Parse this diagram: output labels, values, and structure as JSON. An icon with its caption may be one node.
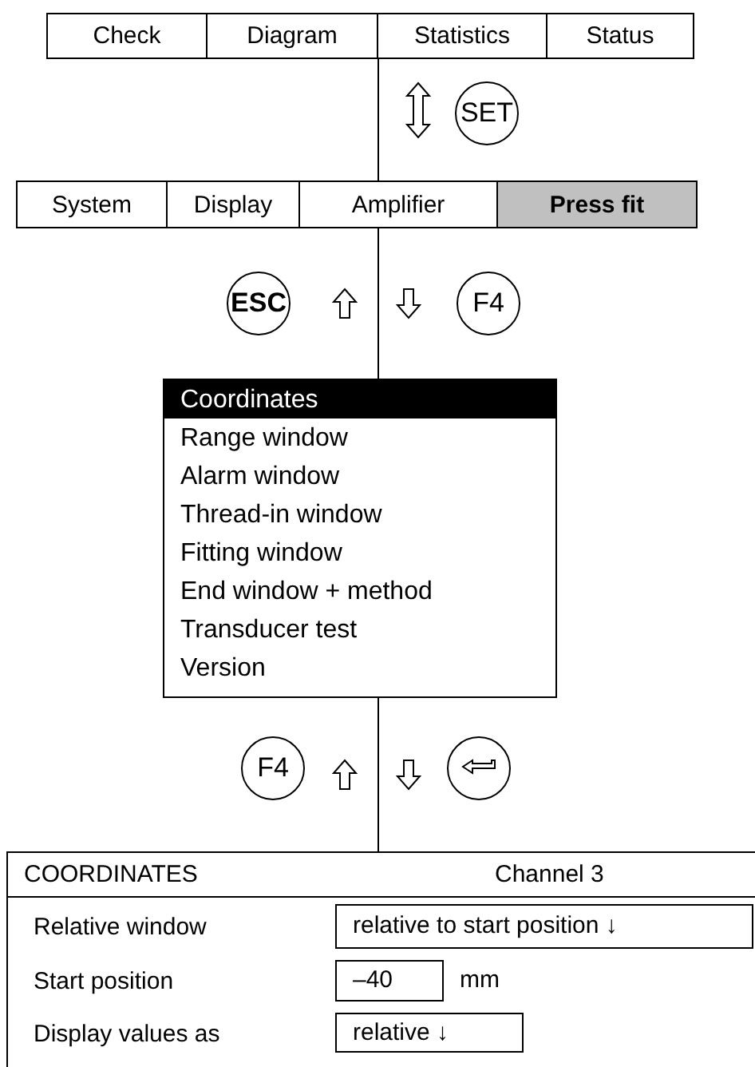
{
  "diagram": {
    "nodes": [
      {
        "text": [
          "Check"
        ]
      },
      {
        "text": [
          "Diagram"
        ]
      },
      {
        "text": [
          "Statistics"
        ]
      },
      {
        "text": [
          "Status"
        ]
      },
      {
        "text": [
          "SET"
        ]
      },
      {
        "text": [
          "System"
        ]
      },
      {
        "text": [
          "Display"
        ]
      },
      {
        "text": [
          "Amplifier"
        ]
      },
      {
        "text": [
          "Press fit"
        ]
      },
      {
        "text": [
          "ESC"
        ]
      },
      {
        "text": [
          "F4"
        ]
      },
      {
        "text": [
          "Coordinates",
          "Range window",
          "Alarm window",
          "Thread-in window",
          "Fitting window",
          "End window + method",
          "Transducer test",
          "Version"
        ]
      },
      {
        "text": [
          "F4"
        ]
      },
      {
        "text": [],
        "shape": "circle"
      },
      {
        "text": [
          "COORDINATES",
          "Channel 3",
          "Relative window",
          "Start position",
          "Display values as"
        ]
      },
      {
        "text": [
          "relative to start position ↓"
        ],
        "in": 14
      },
      {
        "text": [
          "–40"
        ],
        "in": 14,
        "beside": [
          "mm"
        ]
      },
      {
        "text": [
          "relative ↓"
        ],
        "in": 14
      }
    ],
    "edges": [
      {
        "from": 2,
        "to": 7,
        "arrow": "none"
      },
      {
        "from": 2,
        "to": 7,
        "arrow": "both"
      },
      {
        "from": 7,
        "to": 11,
        "arrow": "none"
      },
      {
        "from": 11,
        "to": 7,
        "arrow": "to"
      },
      {
        "from": 7,
        "to": 11,
        "arrow": "to"
      },
      {
        "from": 11,
        "to": 14,
        "arrow": "none"
      },
      {
        "from": 14,
        "to": 11,
        "arrow": "to"
      },
      {
        "from": 11,
        "to": 14,
        "arrow": "to"
      }
    ]
  }
}
